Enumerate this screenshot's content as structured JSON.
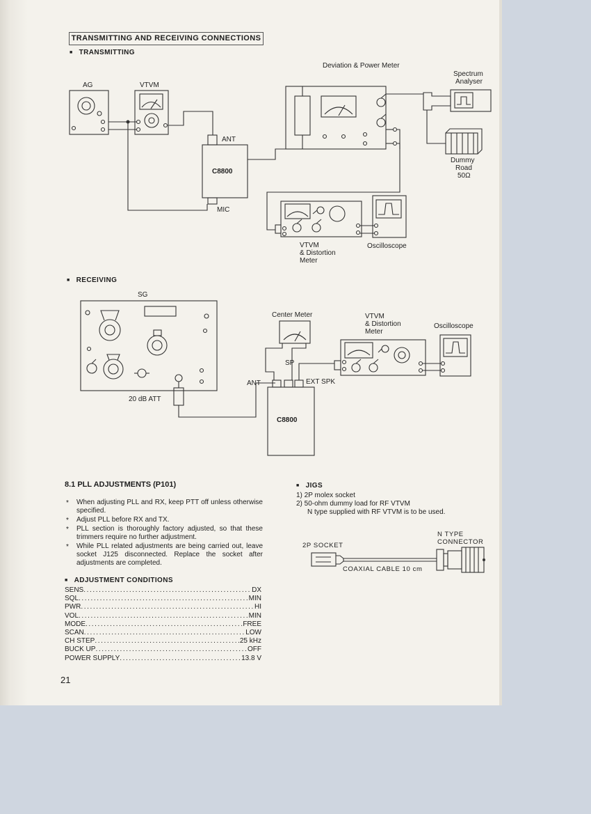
{
  "section_title": "TRANSMITTING AND RECEIVING CONNECTIONS",
  "transmitting": {
    "heading": "TRANSMITTING",
    "labels": {
      "ag": "AG",
      "vtvm": "VTVM",
      "ant": "ANT",
      "c8800": "C8800",
      "mic": "MIC",
      "deviation_meter": "Deviation & Power Meter",
      "spectrum_1": "Spectrum",
      "spectrum_2": "Analyser",
      "dummy_1": "Dummy",
      "dummy_2": "Road",
      "dummy_3": "50Ω",
      "vtvm_dist_1": "VTVM",
      "vtvm_dist_2": "& Distortion",
      "vtvm_dist_3": "Meter",
      "oscilloscope": "Oscilloscope"
    }
  },
  "receiving": {
    "heading": "RECEIVING",
    "labels": {
      "sg": "SG",
      "att": "20 dB ATT",
      "ant": "ANT",
      "c8800": "C8800",
      "center_meter": "Center Meter",
      "sp": "SP",
      "ext_spk": "EXT SPK",
      "vtvm_dist_1": "VTVM",
      "vtvm_dist_2": "& Distortion",
      "vtvm_dist_3": "Meter",
      "oscilloscope": "Oscilloscope"
    }
  },
  "pll": {
    "title": "8.1  PLL ADJUSTMENTS (P101)",
    "notes": [
      "When adjusting PLL and RX, keep PTT off unless otherwise specified.",
      "Adjust PLL before RX and TX.",
      "PLL section is thoroughly factory adjusted, so that these trimmers require no further adjustment.",
      "While PLL related adjustments are being carried out, leave socket J125 disconnected. Replace the socket after adjustments are completed."
    ]
  },
  "conditions": {
    "heading": "ADJUSTMENT CONDITIONS",
    "items": [
      {
        "name": "SENS",
        "value": "DX"
      },
      {
        "name": "SQL",
        "value": "MIN"
      },
      {
        "name": "PWR",
        "value": "HI"
      },
      {
        "name": "VOL",
        "value": "MIN"
      },
      {
        "name": "MODE",
        "value": "FREE"
      },
      {
        "name": "SCAN",
        "value": "LOW"
      },
      {
        "name": "CH STEP",
        "value": "25 kHz"
      },
      {
        "name": "BUCK UP",
        "value": "OFF"
      },
      {
        "name": "POWER SUPPLY",
        "value": "13.8 V"
      }
    ]
  },
  "jigs": {
    "heading": "JIGS",
    "items": [
      "1)  2P molex socket",
      "2)  50-ohm dummy load for RF VTVM",
      "N type supplied with RF VTVM is to be used."
    ],
    "diagram": {
      "socket": "2P SOCKET",
      "connector_1": "N TYPE",
      "connector_2": "CONNECTOR",
      "cable": "COAXIAL CABLE 10 cm"
    }
  },
  "page_number": "21"
}
